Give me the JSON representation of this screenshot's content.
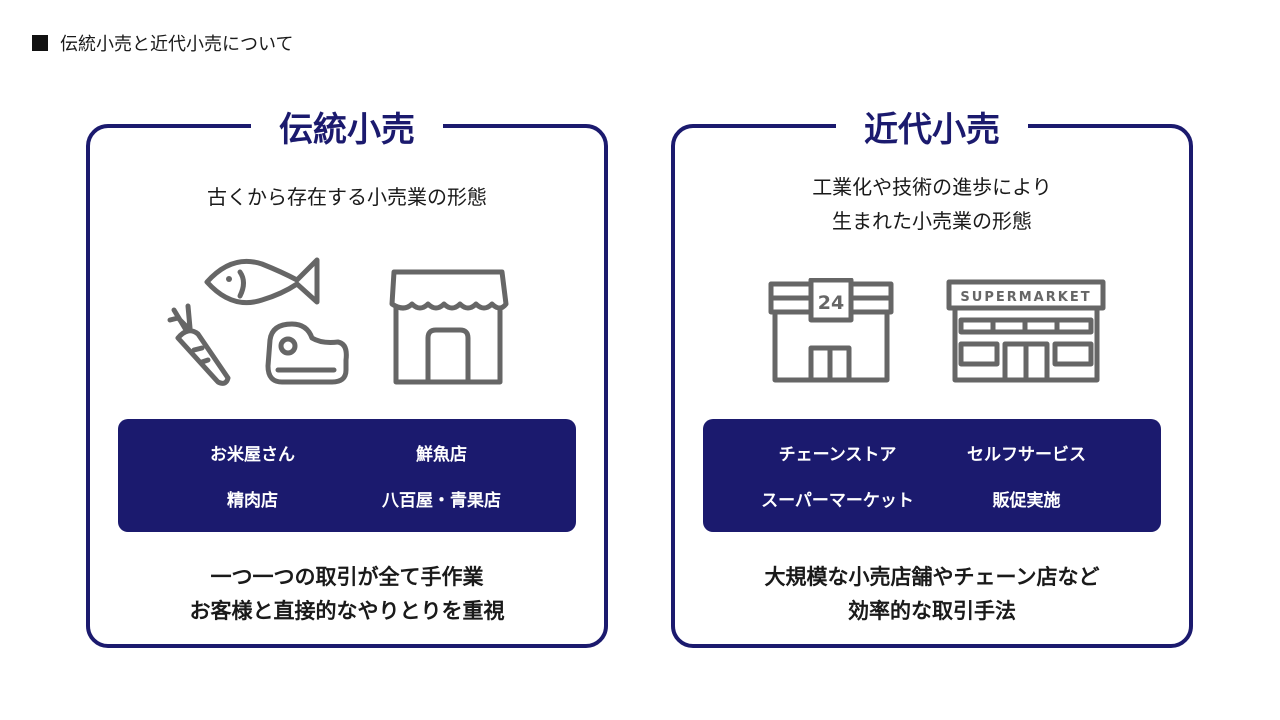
{
  "header": {
    "title": "伝統小売と近代小売について"
  },
  "traditional": {
    "title": "伝統小売",
    "subtitle": "古くから存在する小売業の形態",
    "icons": [
      "fish-icon",
      "carrot-icon",
      "meat-icon",
      "shop-icon"
    ],
    "examples": [
      "お米屋さん",
      "鮮魚店",
      "精肉店",
      "八百屋・青果店"
    ],
    "description": [
      "一つ一つの取引が全て手作業",
      "お客様と直接的なやりとりを重視"
    ]
  },
  "modern": {
    "title": "近代小売",
    "subtitle": [
      "工業化や技術の進歩により",
      "生まれた小売業の形態"
    ],
    "icons": [
      "convenience-store-icon",
      "supermarket-icon"
    ],
    "store24_label": "24",
    "supermarket_label": "SUPERMARKET",
    "examples": [
      "チェーンストア",
      "セルフサービス",
      "スーパーマーケット",
      "販促実施"
    ],
    "description": [
      "大規模な小売店舗やチェーン店など",
      "効率的な取引手法"
    ]
  },
  "colors": {
    "accent": "#1b1a6e",
    "icon": "#666666"
  }
}
